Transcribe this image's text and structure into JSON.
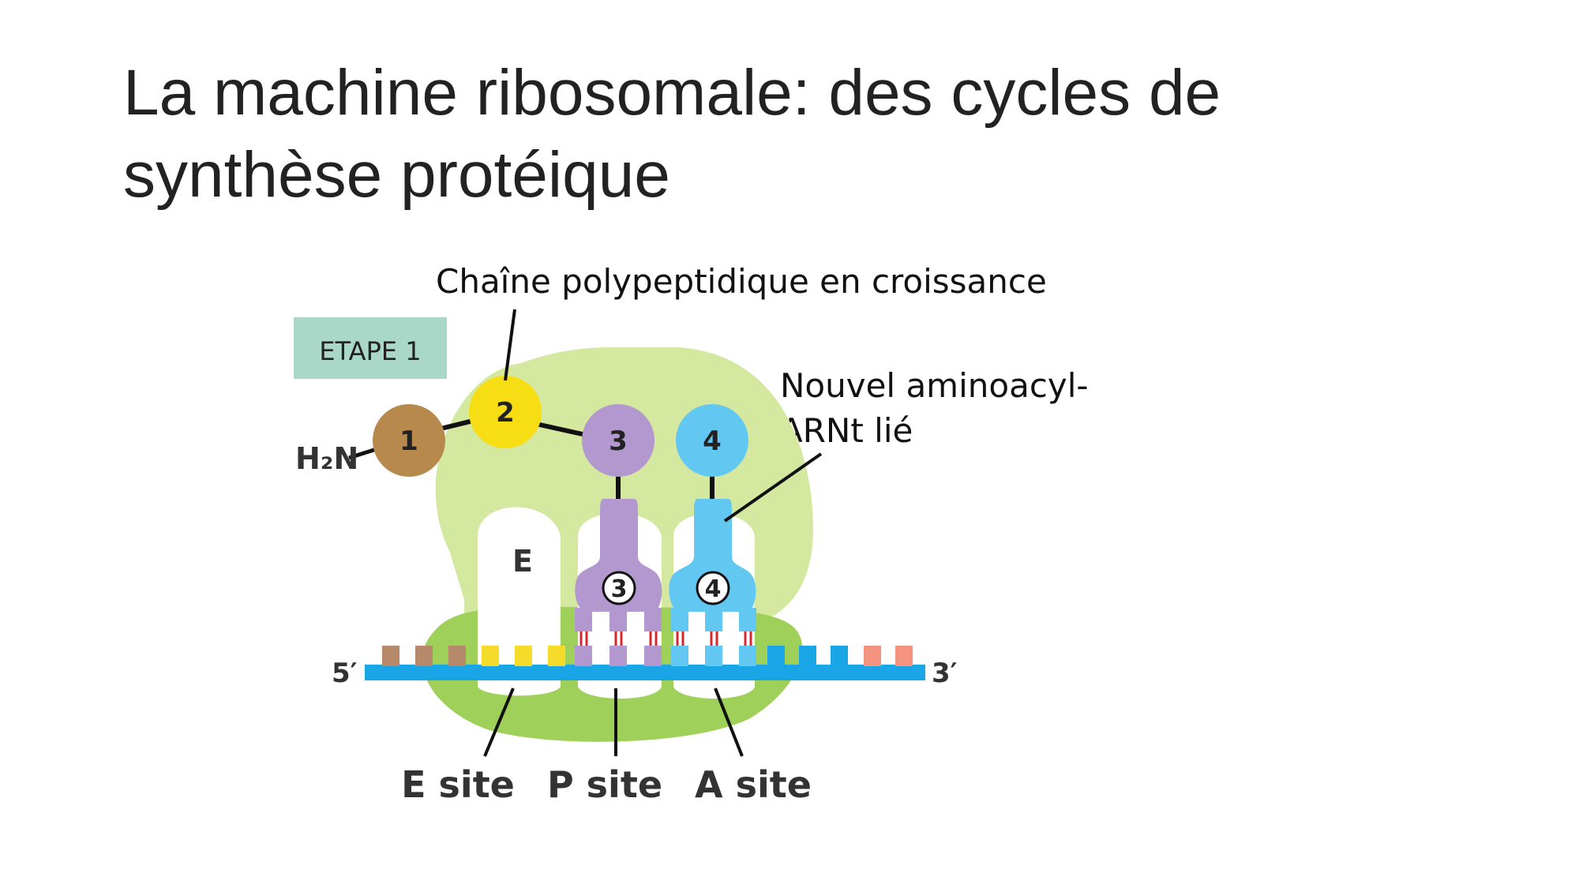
{
  "title": {
    "line1": "La machine ribosomale: des cycles de",
    "line2": "synthèse protéique"
  },
  "labels": {
    "growing_chain": "Chaîne polypeptidique en croissance",
    "new_trna_line1": "Nouvel aminoacyl-",
    "new_trna_line2": "ARNt lié",
    "step": "ETAPE 1",
    "amino_group": "H₂N",
    "aa1": "1",
    "aa2": "2",
    "aa3": "3",
    "aa4": "4",
    "trna3": "3",
    "trna4": "4",
    "e_inside": "E",
    "mrna_5": "5′",
    "mrna_3": "3′",
    "site_e": "E site",
    "site_p": "P site",
    "site_a": "A site"
  },
  "colors": {
    "ribosome_large": "#d4e8a0",
    "ribosome_small": "#9fd05a",
    "aa1": "#b8894c",
    "aa2": "#f7dd14",
    "trna_p": "#b398cf",
    "trna_a": "#62c8f2",
    "mrna": "#1aa6e6",
    "codon_e_old": "#b5896a",
    "codon_e": "#f5dc2a",
    "codon_p": "#b398cf",
    "codon_a": "#62c8f2",
    "codon_next": "#1aa6e6",
    "codon_far": "#f4937f",
    "step_box": "#a9d8c8",
    "base_pair": "#d9262d"
  }
}
